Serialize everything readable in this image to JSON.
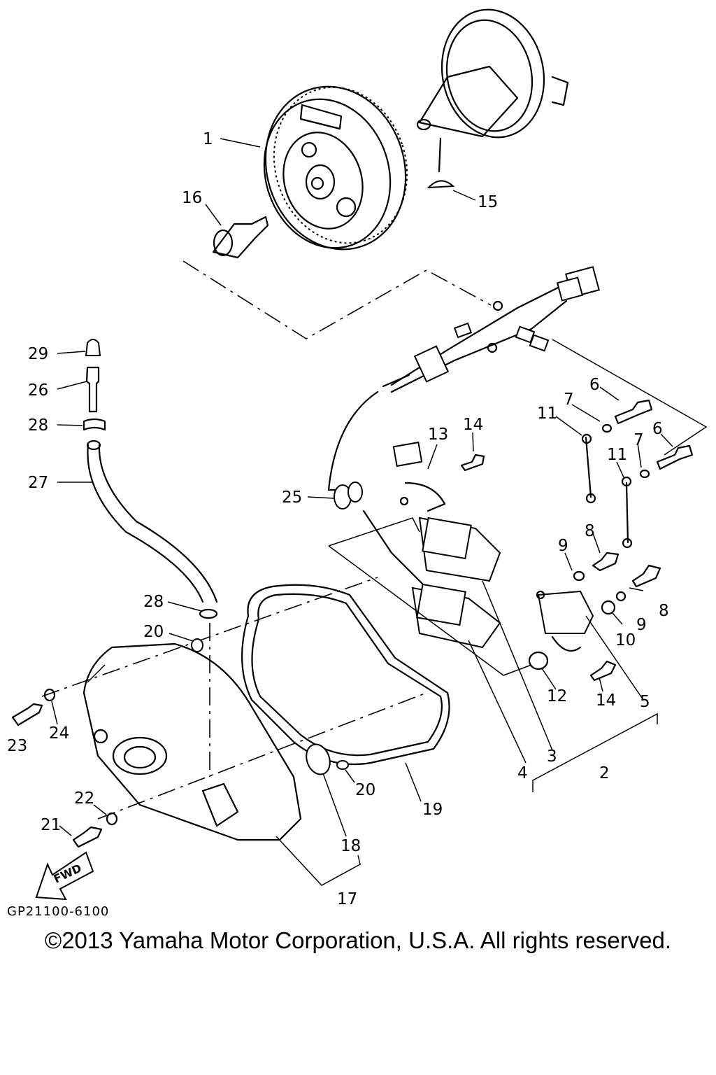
{
  "diagram_code": "GP21100-6100",
  "copyright": "©2013 Yamaha Motor Corporation, U.S.A. All rights reserved.",
  "fwd_label": "FWD",
  "callouts": {
    "c1": "1",
    "c2": "2",
    "c3": "3",
    "c4": "4",
    "c5": "5",
    "c6a": "6",
    "c6b": "6",
    "c7a": "7",
    "c7b": "7",
    "c8a": "8",
    "c8b": "8",
    "c9a": "9",
    "c9b": "9",
    "c10": "10",
    "c11a": "11",
    "c11b": "11",
    "c12": "12",
    "c13": "13",
    "c14a": "14",
    "c14b": "14",
    "c15": "15",
    "c16": "16",
    "c17": "17",
    "c18": "18",
    "c19": "19",
    "c20a": "20",
    "c20b": "20",
    "c21": "21",
    "c22": "22",
    "c23": "23",
    "c24": "24",
    "c25": "25",
    "c26": "26",
    "c27": "27",
    "c28a": "28",
    "c28b": "28",
    "c29": "29"
  }
}
